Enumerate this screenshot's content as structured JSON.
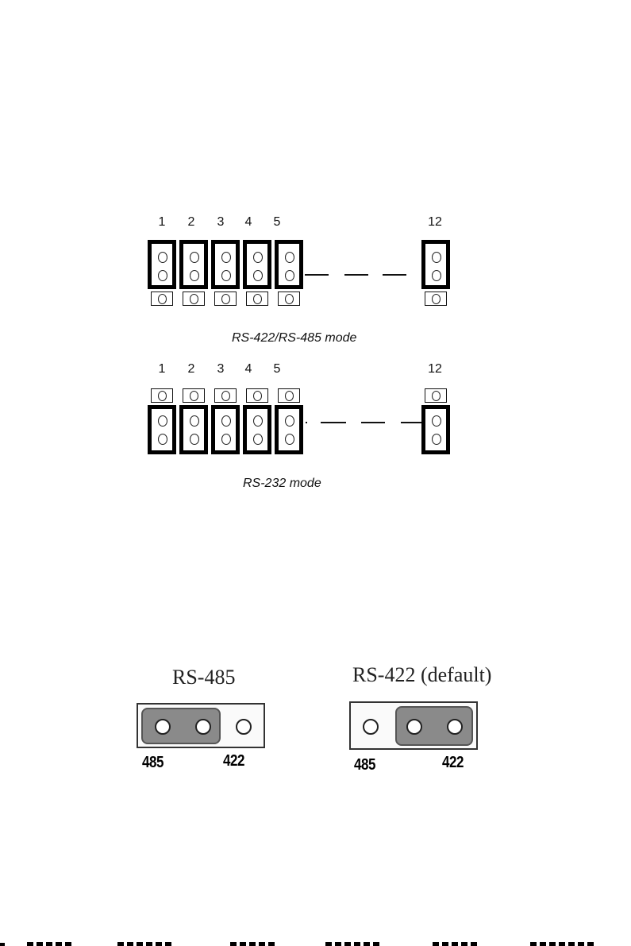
{
  "diagram_a": {
    "pin_numbers": [
      "1",
      "2",
      "3",
      "4",
      "5",
      "12"
    ],
    "caption": "RS-422/RS-485 mode"
  },
  "diagram_b": {
    "pin_numbers": [
      "1",
      "2",
      "3",
      "4",
      "5",
      "12"
    ],
    "caption": "RS-232 mode"
  },
  "switch_485": {
    "title": "RS-485",
    "label_left": "485",
    "label_right": "422"
  },
  "switch_422": {
    "title": "RS-422 (default)",
    "label_left": "485",
    "label_right": "422"
  }
}
